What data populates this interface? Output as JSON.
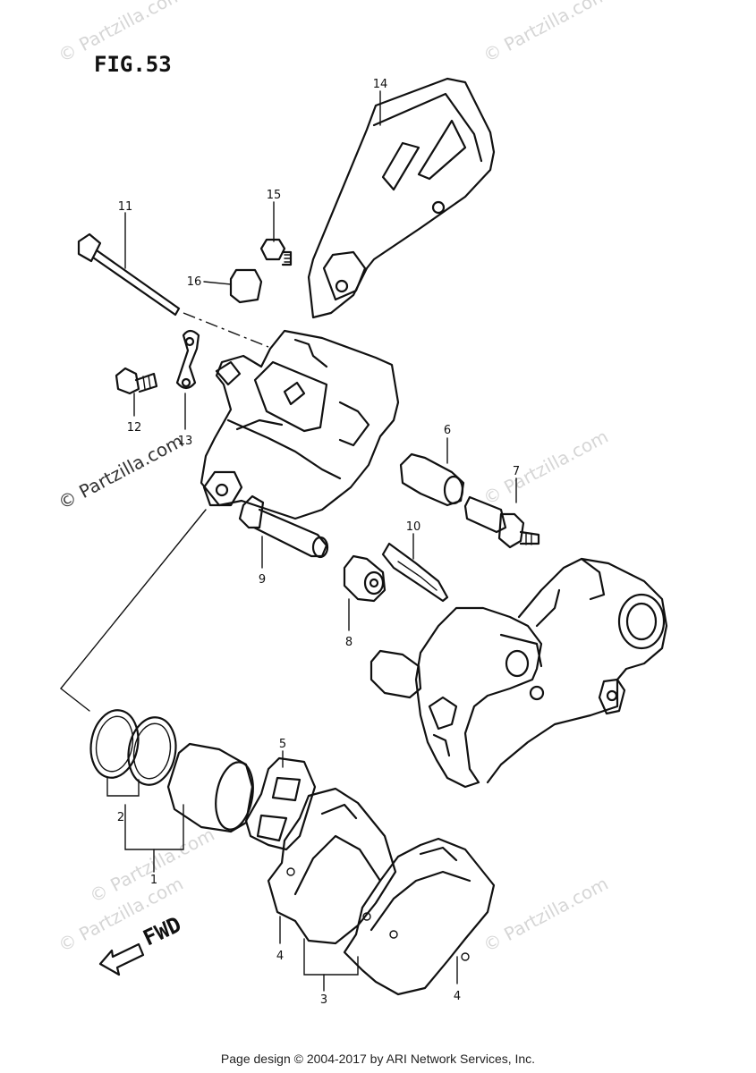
{
  "figure_title": "FIG.53",
  "part_numbers": [
    "1",
    "2",
    "3",
    "4",
    "4",
    "5",
    "6",
    "7",
    "8",
    "9",
    "10",
    "11",
    "12",
    "13",
    "14",
    "15",
    "16"
  ],
  "direction_label": "FWD",
  "watermarks": [
    "© Partzilla.com",
    "© Partzilla.com",
    "© Partzilla.com",
    "© Partzilla.com",
    "© Partzilla.com",
    "© Partzilla.com",
    "© Partzilla.com"
  ],
  "footer": "Page design © 2004-2017 by ARI Network Services, Inc.",
  "colors": {
    "ink": "#111111",
    "watermark": "#d6d6d6",
    "background": "#ffffff"
  }
}
